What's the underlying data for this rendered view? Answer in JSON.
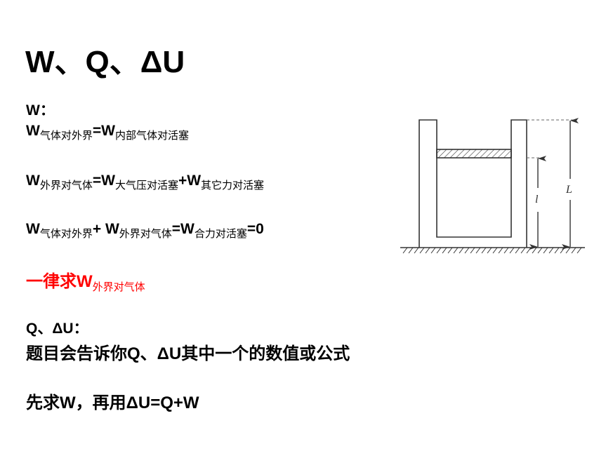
{
  "title": "W、Q、ΔU",
  "w_section": {
    "heading": "W：",
    "eq1": [
      {
        "m": "W",
        "s": "气体对外界"
      },
      {
        "m": "=W",
        "s": "内部气体对活塞"
      }
    ],
    "eq2": [
      {
        "m": "W",
        "s": "外界对气体"
      },
      {
        "m": "=W",
        "s": "大气压对活塞"
      },
      {
        "m": "+W",
        "s": "其它力对活塞"
      }
    ],
    "eq3": [
      {
        "m": "W",
        "s": "气体对外界"
      },
      {
        "m": "+ W",
        "s": "外界对气体"
      },
      {
        "m": "=W",
        "s": "合力对活塞"
      },
      {
        "m": "=0",
        "s": ""
      }
    ],
    "rule": {
      "m": "一律求W",
      "s": "外界对气体"
    }
  },
  "qu_section": {
    "heading": "Q、ΔU：",
    "line1": "题目会告诉你Q、ΔU其中一个的数值或公式",
    "line2": "先求W，再用ΔU=Q+W"
  },
  "diagram": {
    "label_l": "l",
    "label_L": "L"
  },
  "colors": {
    "accent": "#ff0000",
    "text": "#000000"
  }
}
